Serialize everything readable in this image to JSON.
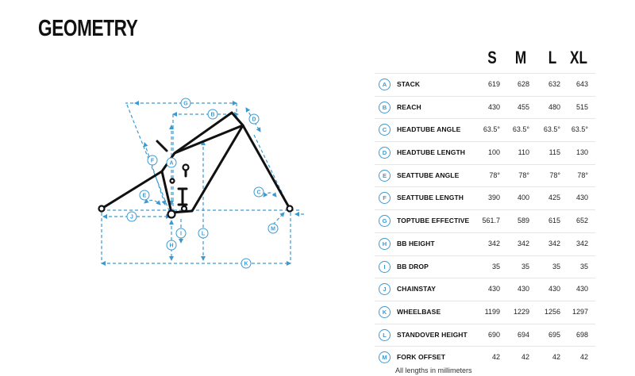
{
  "page": {
    "title": "GEOMETRY"
  },
  "sizes": [
    "S",
    "M",
    "L",
    "XL"
  ],
  "rows": [
    {
      "letter": "A",
      "label": "STACK",
      "values": [
        "619",
        "628",
        "632",
        "643"
      ]
    },
    {
      "letter": "B",
      "label": "REACH",
      "values": [
        "430",
        "455",
        "480",
        "515"
      ]
    },
    {
      "letter": "C",
      "label": "HEADTUBE ANGLE",
      "values": [
        "63.5°",
        "63.5°",
        "63.5°",
        "63.5°"
      ]
    },
    {
      "letter": "D",
      "label": "HEADTUBE LENGTH",
      "values": [
        "100",
        "110",
        "115",
        "130"
      ]
    },
    {
      "letter": "E",
      "label": "SEATTUBE ANGLE",
      "values": [
        "78°",
        "78°",
        "78°",
        "78°"
      ]
    },
    {
      "letter": "F",
      "label": "SEATTUBE LENGTH",
      "values": [
        "390",
        "400",
        "425",
        "430"
      ]
    },
    {
      "letter": "G",
      "label": "TOPTUBE EFFECTIVE",
      "values": [
        "561.7",
        "589",
        "615",
        "652"
      ]
    },
    {
      "letter": "H",
      "label": "BB HEIGHT",
      "values": [
        "342",
        "342",
        "342",
        "342"
      ]
    },
    {
      "letter": "I",
      "label": "BB DROP",
      "values": [
        "35",
        "35",
        "35",
        "35"
      ]
    },
    {
      "letter": "J",
      "label": "CHAINSTAY",
      "values": [
        "430",
        "430",
        "430",
        "430"
      ]
    },
    {
      "letter": "K",
      "label": "WHEELBASE",
      "values": [
        "1199",
        "1229",
        "1256",
        "1297"
      ]
    },
    {
      "letter": "L",
      "label": "STANDOVER HEIGHT",
      "values": [
        "690",
        "694",
        "695",
        "698"
      ]
    },
    {
      "letter": "M",
      "label": "FORK OFFSET",
      "values": [
        "42",
        "42",
        "42",
        "42"
      ]
    }
  ],
  "diagram_letters": [
    "G",
    "B",
    "D",
    "A",
    "F",
    "E",
    "C",
    "J",
    "I",
    "H",
    "L",
    "K",
    "M"
  ],
  "footnote": "All lengths in millimeters",
  "colors": {
    "accent": "#3d9ad1",
    "frame": "#111111"
  }
}
